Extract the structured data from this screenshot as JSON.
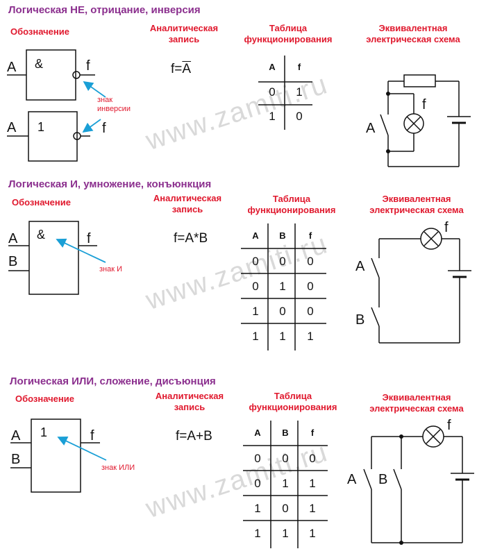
{
  "watermark": "www.zamiti.ru",
  "headers": {
    "designation": "Обозначение",
    "analytic_1": "Аналитическая",
    "analytic_2": "запись",
    "table_1": "Таблица",
    "table_2": "функционирования",
    "equiv_1": "Эквивалентная",
    "equiv_2": "электрическая схема"
  },
  "not_section": {
    "title": "Логическая НЕ, отрицание, инверсия",
    "formula_prefix": "f=",
    "formula_var": "A",
    "gate1_symbol": "&",
    "gate2_symbol": "1",
    "input_a": "A",
    "output_f": "f",
    "note_1": "знак",
    "note_2": "инверсии",
    "table": {
      "headers": [
        "A",
        "f"
      ],
      "rows": [
        [
          "0",
          "1"
        ],
        [
          "1",
          "0"
        ]
      ]
    },
    "circuit_switch": "A",
    "circuit_lamp": "f"
  },
  "and_section": {
    "title": "Логическая И, умножение, конъюнкция",
    "formula": "f=A*B",
    "gate_symbol": "&",
    "input_a": "A",
    "input_b": "B",
    "output_f": "f",
    "note": "знак И",
    "table": {
      "headers": [
        "A",
        "B",
        "f"
      ],
      "rows": [
        [
          "0",
          "0",
          "0"
        ],
        [
          "0",
          "1",
          "0"
        ],
        [
          "1",
          "0",
          "0"
        ],
        [
          "1",
          "1",
          "1"
        ]
      ]
    },
    "circuit_switch_a": "A",
    "circuit_switch_b": "B",
    "circuit_lamp": "f"
  },
  "or_section": {
    "title": "Логическая ИЛИ, сложение, дисъюнция",
    "formula": "f=A+B",
    "gate_symbol": "1",
    "input_a": "A",
    "input_b": "B",
    "output_f": "f",
    "note": "знак ИЛИ",
    "table": {
      "headers": [
        "A",
        "B",
        "f"
      ],
      "rows": [
        [
          "0",
          "0",
          "0"
        ],
        [
          "0",
          "1",
          "1"
        ],
        [
          "1",
          "0",
          "1"
        ],
        [
          "1",
          "1",
          "1"
        ]
      ]
    },
    "circuit_switch_a": "A",
    "circuit_switch_b": "B",
    "circuit_lamp": "f"
  },
  "colors": {
    "title": "#8b2f8e",
    "header": "#e0182d",
    "arrow": "#1a9fd6",
    "line": "#111111"
  }
}
